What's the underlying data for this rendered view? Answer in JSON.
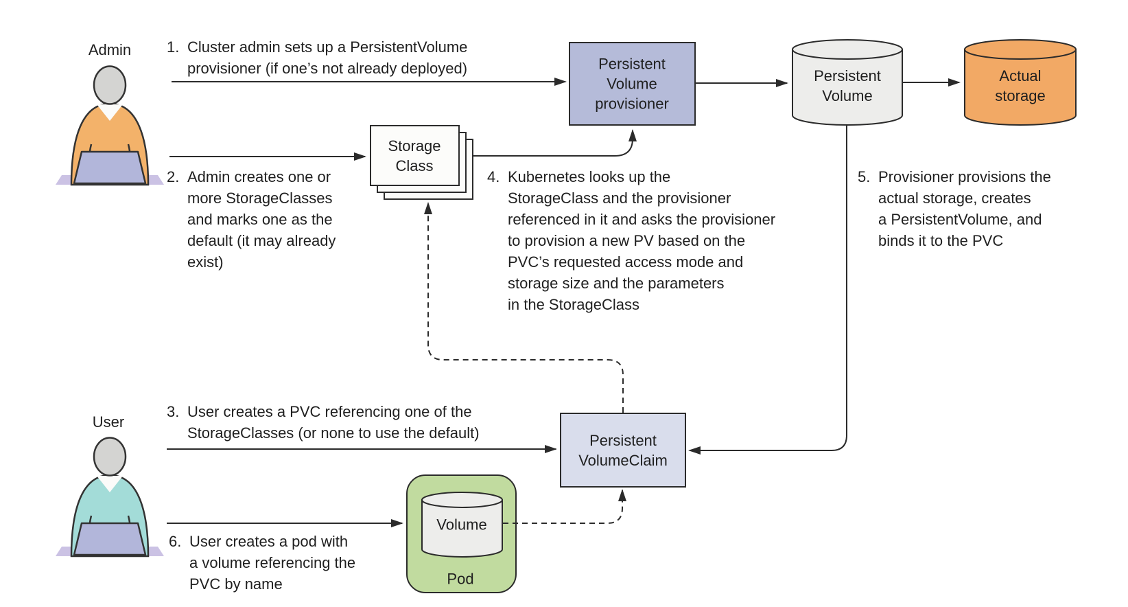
{
  "figure": {
    "actors": {
      "admin": {
        "label": "Admin",
        "sweater_color": "#f3b26a"
      },
      "user": {
        "label": "User",
        "sweater_color": "#a3dcd8"
      }
    },
    "nodes": {
      "pv_provisioner": {
        "label": "Persistent\nVolume\nprovisioner",
        "fill": "#b5bbd9"
      },
      "storage_class": {
        "label": "Storage\nClass",
        "fill": "#fcfcfa"
      },
      "persistent_volume": {
        "label": "Persistent\nVolume",
        "fill": "#ededeb"
      },
      "actual_storage": {
        "label": "Actual\nstorage",
        "fill": "#f2a965"
      },
      "pvc": {
        "label": "Persistent\nVolumeClaim",
        "fill": "#d9ddec"
      },
      "pod": {
        "label": "Pod",
        "fill": "#c1db9f"
      },
      "pod_volume": {
        "label": "Volume",
        "fill": "#ededeb"
      }
    },
    "steps": [
      {
        "num": "1.",
        "text": "Cluster admin sets up a PersistentVolume\nprovisioner (if one’s not already deployed)"
      },
      {
        "num": "2.",
        "text": "Admin creates one or\nmore StorageClasses\nand marks one as the\ndefault (it may already\nexist)"
      },
      {
        "num": "3.",
        "text": "User creates a PVC referencing one of the\nStorageClasses (or none to use the default)"
      },
      {
        "num": "4.",
        "text": "Kubernetes looks up the\nStorageClass and the provisioner\nreferenced in it and asks the provisioner\nto provision a new PV based on the\nPVC’s requested access mode and\nstorage size and the parameters\nin the StorageClass"
      },
      {
        "num": "5.",
        "text": "Provisioner provisions the\nactual storage, creates\na PersistentVolume, and\nbinds it to the PVC"
      },
      {
        "num": "6.",
        "text": "User creates a pod with\na volume referencing the\nPVC by name"
      }
    ],
    "colors": {
      "background": "#ffffff",
      "line": "#2b2b2b",
      "text": "#1f1f1f",
      "head": "#d4d4d2",
      "vneck": "#fbfbf9",
      "laptop": "#b2b6da",
      "laptop_shadow": "#cbc2e4"
    }
  }
}
